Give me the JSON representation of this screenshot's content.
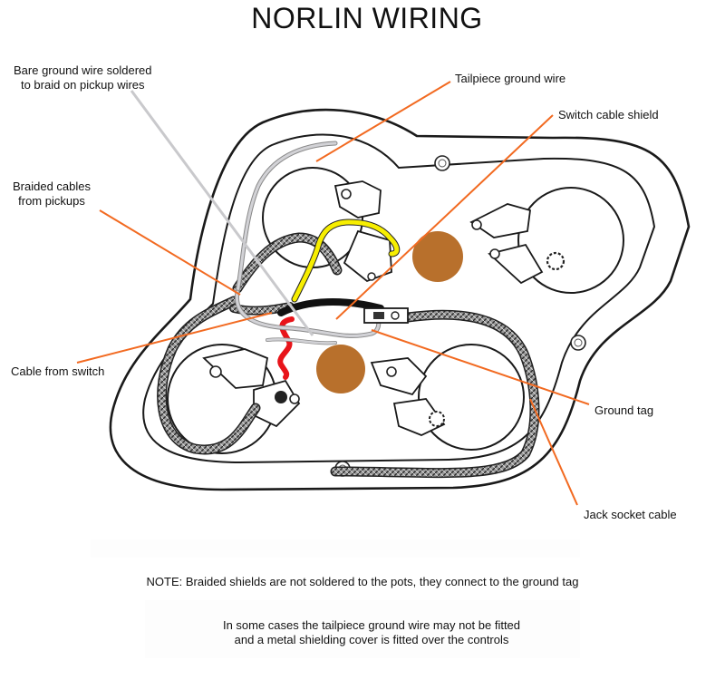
{
  "title": "NORLIN WIRING",
  "labels": {
    "bare_ground": [
      "Bare ground wire soldered",
      "to braid on pickup wires"
    ],
    "tailpiece_ground": "Tailpiece ground wire",
    "switch_shield": "Switch cable shield",
    "braided_cables": [
      "Braided cables",
      "from pickups"
    ],
    "cable_from_switch": "Cable from switch",
    "ground_tag": "Ground tag",
    "jack_socket": "Jack socket cable"
  },
  "notes": {
    "note_1": "NOTE:  Braided shields are not soldered to the pots, they connect to the ground tag",
    "note_2": [
      "In some cases the tailpiece ground wire may not be fitted",
      "and a metal shielding cover is fitted over the controls"
    ]
  },
  "colors": {
    "leader": "#f26a21",
    "brown_dot": "#b8702c",
    "yellow_wire": "#f7ee00",
    "red_wire": "#e8141a",
    "bare_wire": "#c9c9cc",
    "braid": "#7a7a7a",
    "outline": "#1a1a1a"
  }
}
